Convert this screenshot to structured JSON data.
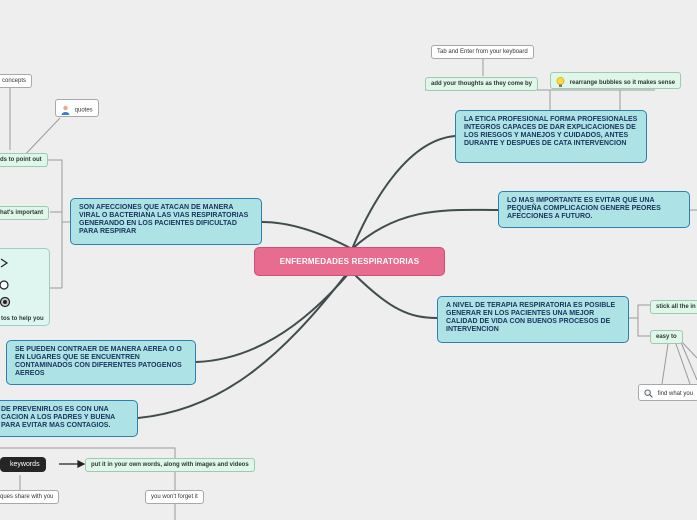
{
  "central": "ENFERMEDADES RESPIRATORIAS",
  "nodes": {
    "etica": "LA ETICA PROFESIONAL FORMA PROFESIONALES INTEGROS CAPACES DE DAR EXPLICACIONES DE LOS RIESGOS Y MANEJOS Y CUIDADOS, ANTES DURANTE Y DESPUES DE CATA INTERVENCION",
    "importante": "LO MAS IMPORTANTE ES EVITAR QUE UNA PEQUEÑA COMPLICACION GENERE PEORES AFECCIONES A FUTURO.",
    "terapia": "A NIVEL DE TERAPIA RESPIRATORIA ES POSIBLE GENERAR EN LOS PACIENTES UNA MEJOR CALIDAD DE VIDA CON BUENOS PROCESOS DE INTERVENCION",
    "afecciones": "SON AFECCIONES QUE ATACAN DE MANERA VIRAL O BACTERIANA LAS VIAS RESPIRATORIAS GENERANDO EN LOS PACIENTES DIFICULTAD PARA RESPIRAR",
    "contraer": "SE PUEDEN CONTRAER DE MANERA AEREA O O EN LUGARES QUE SE ENCUENTREN CONTAMINADOS CON DIFERENTES PATOGENOS AEREOS",
    "prevenir": "DE PREVENIRLOS ES CON UNA CACION A LOS PADRES Y BUENA PARA EVITAR MAS CONTAGIOS."
  },
  "tags": {
    "tab_enter": "Tab and Enter from your keyboard",
    "add_thoughts": "add your thoughts as they come by",
    "rearrange": "rearrange bubbles so it makes sense",
    "stick": "stick all the in",
    "easy": "easy to",
    "find": "find what you",
    "concepts": "concepts",
    "quotes": "quotes",
    "point_out": "ds to point out",
    "whats_important": "hat's important",
    "help_you": "tos to help you",
    "keywords": "keywords",
    "own_words": "put it in your own words, along with images and videos",
    "share": "ques share with you",
    "forget": "you won't forget it"
  },
  "icons": [
    "person-icon",
    "bulb-icon",
    "search-icon",
    "graphic-icon"
  ],
  "colors": {
    "node_fill": "#aee3e6",
    "node_border": "#2e7fae",
    "central_fill": "#e86b90",
    "branch": "#3f4d4c"
  }
}
